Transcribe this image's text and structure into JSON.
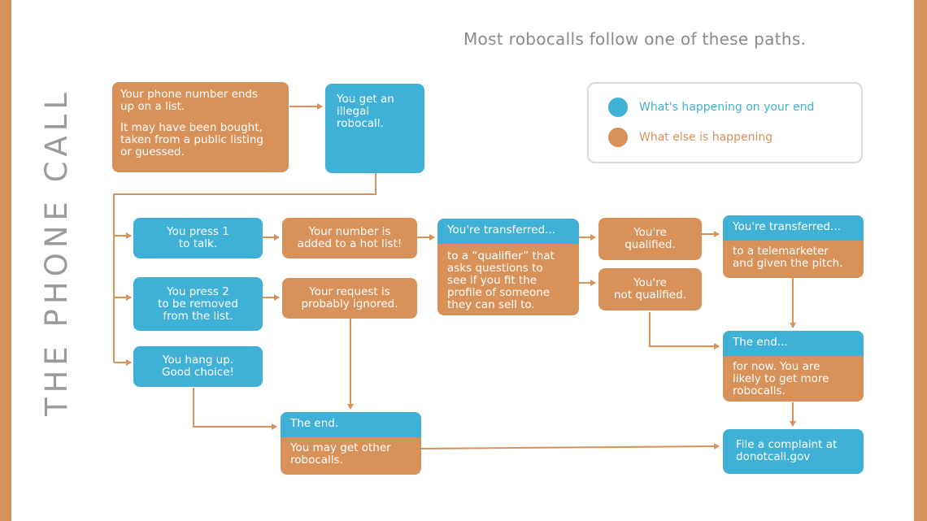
{
  "headline": "Most robocalls follow one of these paths.",
  "side_title": "THE PHONE CALL",
  "colors": {
    "blue": "#3fb0d6",
    "orange": "#d9915a",
    "border": "#d9915a",
    "text_gray": "#8a8a8a"
  },
  "legend": [
    {
      "label": "What's happening on your end",
      "color": "#3fb0d6"
    },
    {
      "label": "What else is happening",
      "color": "#d9915a"
    }
  ],
  "nodes": {
    "number_list": [
      "Your phone number ends",
      "up on a list.",
      "It may have been bought,",
      "taken from a public listing",
      "or guessed."
    ],
    "illegal_call": [
      "You get an",
      "illegal",
      "robocall."
    ],
    "press1": [
      "You press 1",
      "to talk."
    ],
    "hot_list": [
      "Your number is",
      "added to a hot list!"
    ],
    "transferred1": {
      "head": "You're transferred...",
      "body": [
        "to a “qualifier” that",
        "asks questions to",
        "see if you fit the",
        "profile of someone",
        "they can sell to."
      ]
    },
    "qualified": [
      "You're",
      "qualified."
    ],
    "not_qualified": [
      "You're",
      "not qualified."
    ],
    "transferred2": {
      "head": "You're transferred...",
      "body": [
        "to a telemarketer",
        "and given the pitch."
      ]
    },
    "press2": [
      "You press 2",
      "to be removed",
      "from the list."
    ],
    "ignored": [
      "Your request is",
      "probably ignored."
    ],
    "hang_up": [
      "You hang up.",
      "Good choice!"
    ],
    "end_left": {
      "head": "The end.",
      "body": [
        "You may get other",
        "robocalls."
      ]
    },
    "end_right": {
      "head": "The end...",
      "body": [
        "for now. You are",
        "likely to get more",
        "robocalls."
      ]
    },
    "complaint": [
      "File a complaint at",
      "donotcall.gov"
    ]
  }
}
